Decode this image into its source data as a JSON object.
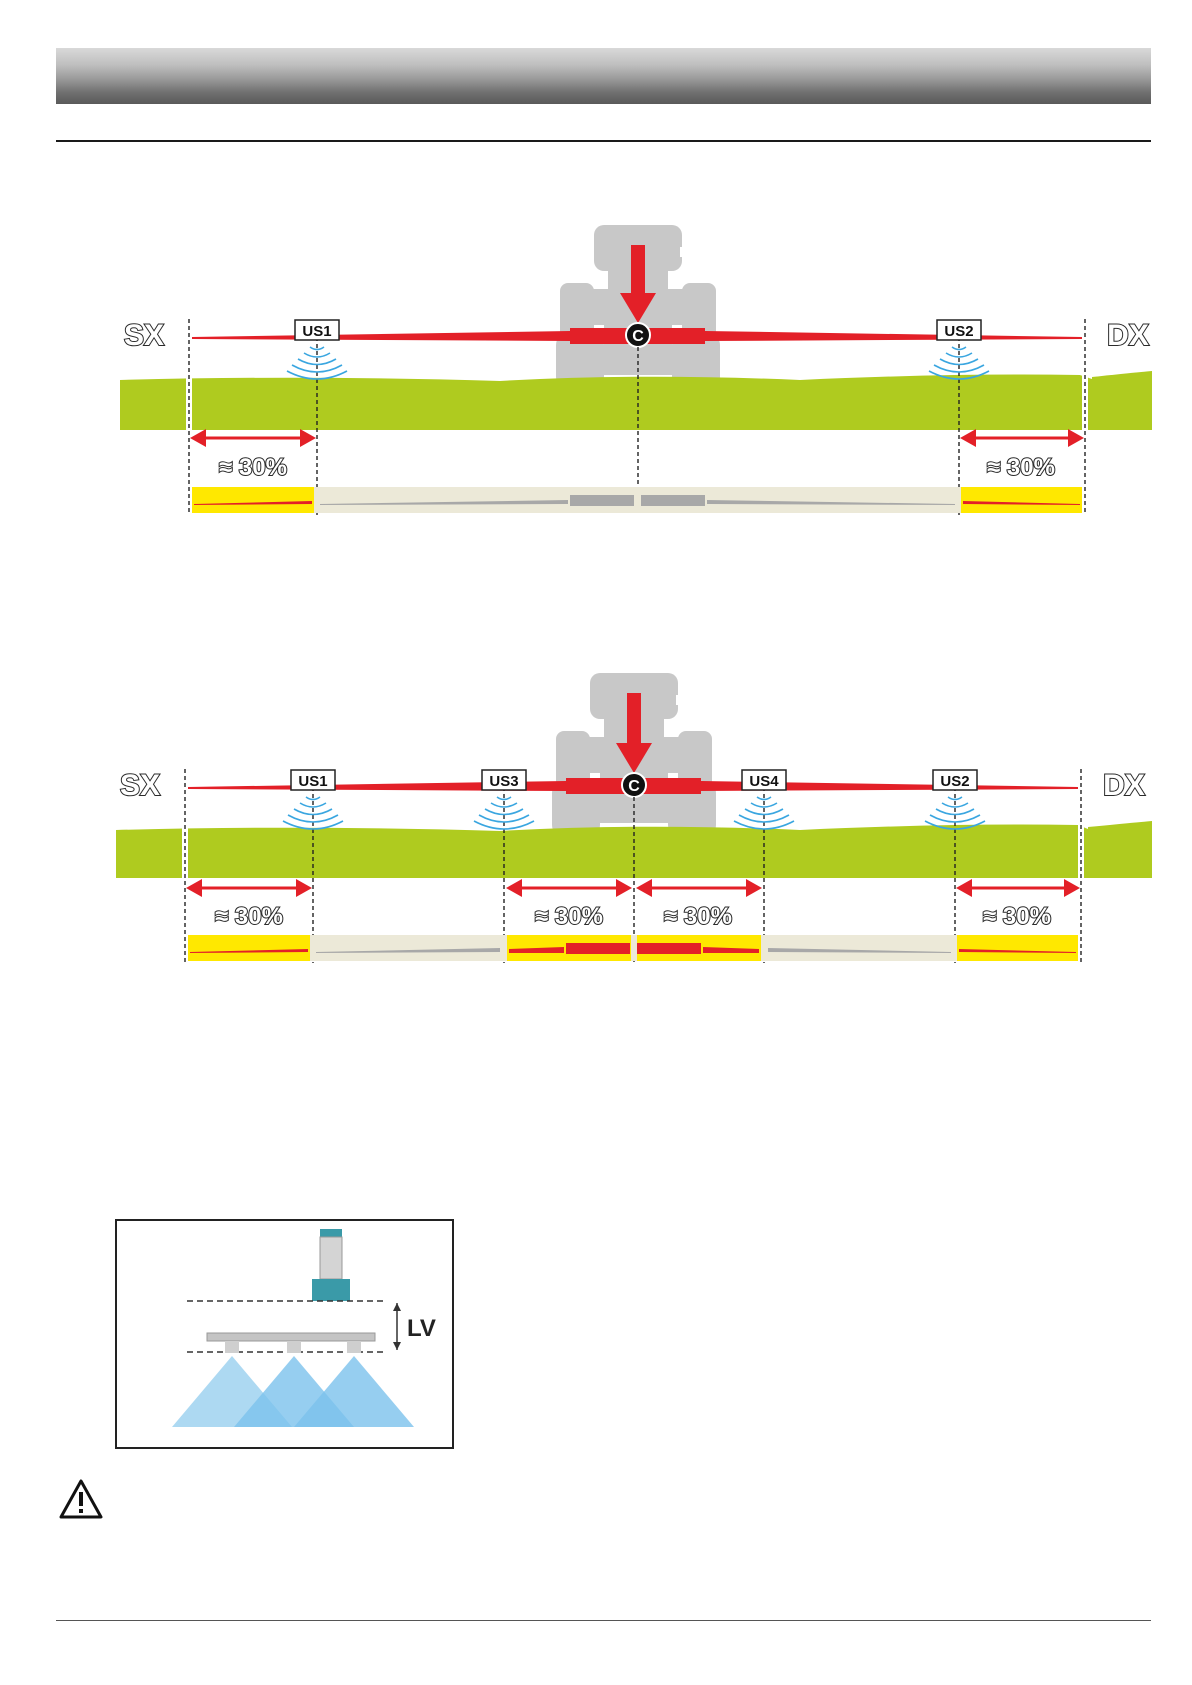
{
  "diagram1": {
    "left_label": "SX",
    "right_label": "DX",
    "center_label": "C",
    "sensors": [
      "US1",
      "US2"
    ],
    "zones": [
      "≈ 30%",
      "≈ 30%"
    ]
  },
  "diagram2": {
    "left_label": "SX",
    "right_label": "DX",
    "center_label": "C",
    "sensors": [
      "US1",
      "US3",
      "US4",
      "US2"
    ],
    "zones": [
      "≈ 30%",
      "≈ 30%",
      "≈ 30%",
      "≈ 30%"
    ]
  },
  "nozzle_diagram": {
    "label": "LV"
  },
  "icons": {
    "warning": "warning-triangle-icon"
  },
  "colors": {
    "boom": "#e32028",
    "ground": "#afcb1f",
    "zone": "#ffe800",
    "strip": "#ece9d8",
    "sensor_wave": "#3aa6e0",
    "tractor": "#c8c8c8"
  }
}
